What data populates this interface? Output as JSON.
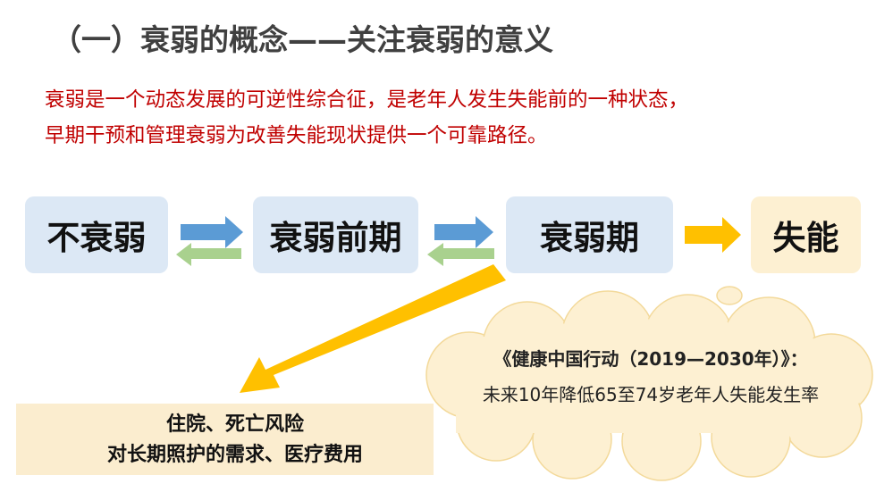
{
  "title": "（一）衰弱的概念——关注衰弱的意义",
  "description": [
    "衰弱是一个动态发展的可逆性综合征，是老年人发生失能前的一种状态，",
    "早期干预和管理衰弱为改善失能现状提供一个可靠路径。"
  ],
  "stages": [
    "不衰弱",
    "衰弱前期",
    "衰弱期",
    "失能"
  ],
  "cloud": {
    "line1": "《健康中国行动（2019—2030年）》：",
    "line2": "未来10年降低65至74岁老年人失能发生率"
  },
  "risk": {
    "line1": "住院、死亡风险",
    "line2": "对长期照护的需求、医疗费用"
  },
  "colors": {
    "title": "#404040",
    "description": "#c00000",
    "stage_box": "#dce8f5",
    "disability_box": "#fdf0d2",
    "arrow_forward": "#5b9bd5",
    "arrow_back": "#a9d18e",
    "arrow_yellow": "#ffc000",
    "arrow_up": "#ed7d31",
    "cloud_fill": "#fdf0d2"
  },
  "icons": [
    "arrow-right-icon",
    "arrow-left-icon",
    "arrow-up-icon",
    "cloud-callout"
  ]
}
